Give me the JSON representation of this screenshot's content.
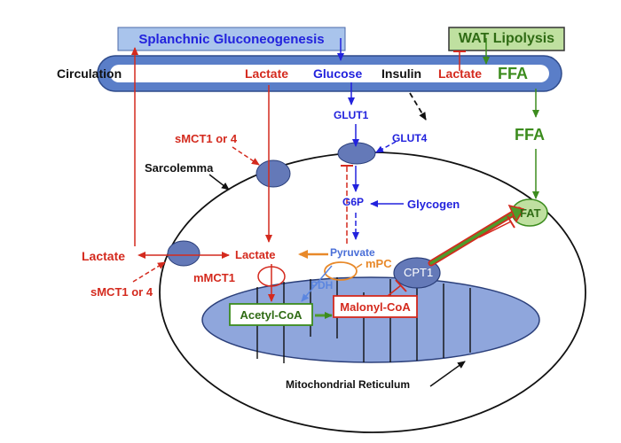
{
  "top": {
    "splanchnic": "Splanchnic Gluconeogenesis",
    "wat": "WAT Lipolysis"
  },
  "circulation": {
    "label": "Circulation",
    "lactate_left": "Lactate",
    "glucose": "Glucose",
    "insulin": "Insulin",
    "lactate_right": "Lactate",
    "ffa": "FFA"
  },
  "transport": {
    "ffa": "FFA",
    "glut1": "GLUT1",
    "glut4": "GLUT4",
    "smct1_top": "sMCT1 or 4",
    "smct1_bottom": "sMCT1 or 4",
    "sarcolemma": "Sarcolemma"
  },
  "cell": {
    "g6p": "G6P",
    "glycogen": "Glycogen",
    "fat": "FAT",
    "lactate_outer": "Lactate",
    "lactate_inner": "Lactate",
    "pyruvate": "Pyruvate",
    "mpc": "mPC",
    "pdh": "PDH",
    "mmct1": "mMCT1",
    "cpt1": "CPT1"
  },
  "mito": {
    "acetyl_coa": "Acetyl-CoA",
    "malonyl_coa": "Malonyl-CoA",
    "reticulum": "Mitochondrial Reticulum"
  },
  "colors": {
    "red": "#d42a1e",
    "blue": "#2222dd",
    "green": "#3c8c1e",
    "orange": "#e8892a",
    "mito_fill": "#8fa6dc",
    "transporter_fill": "#6479b8"
  }
}
